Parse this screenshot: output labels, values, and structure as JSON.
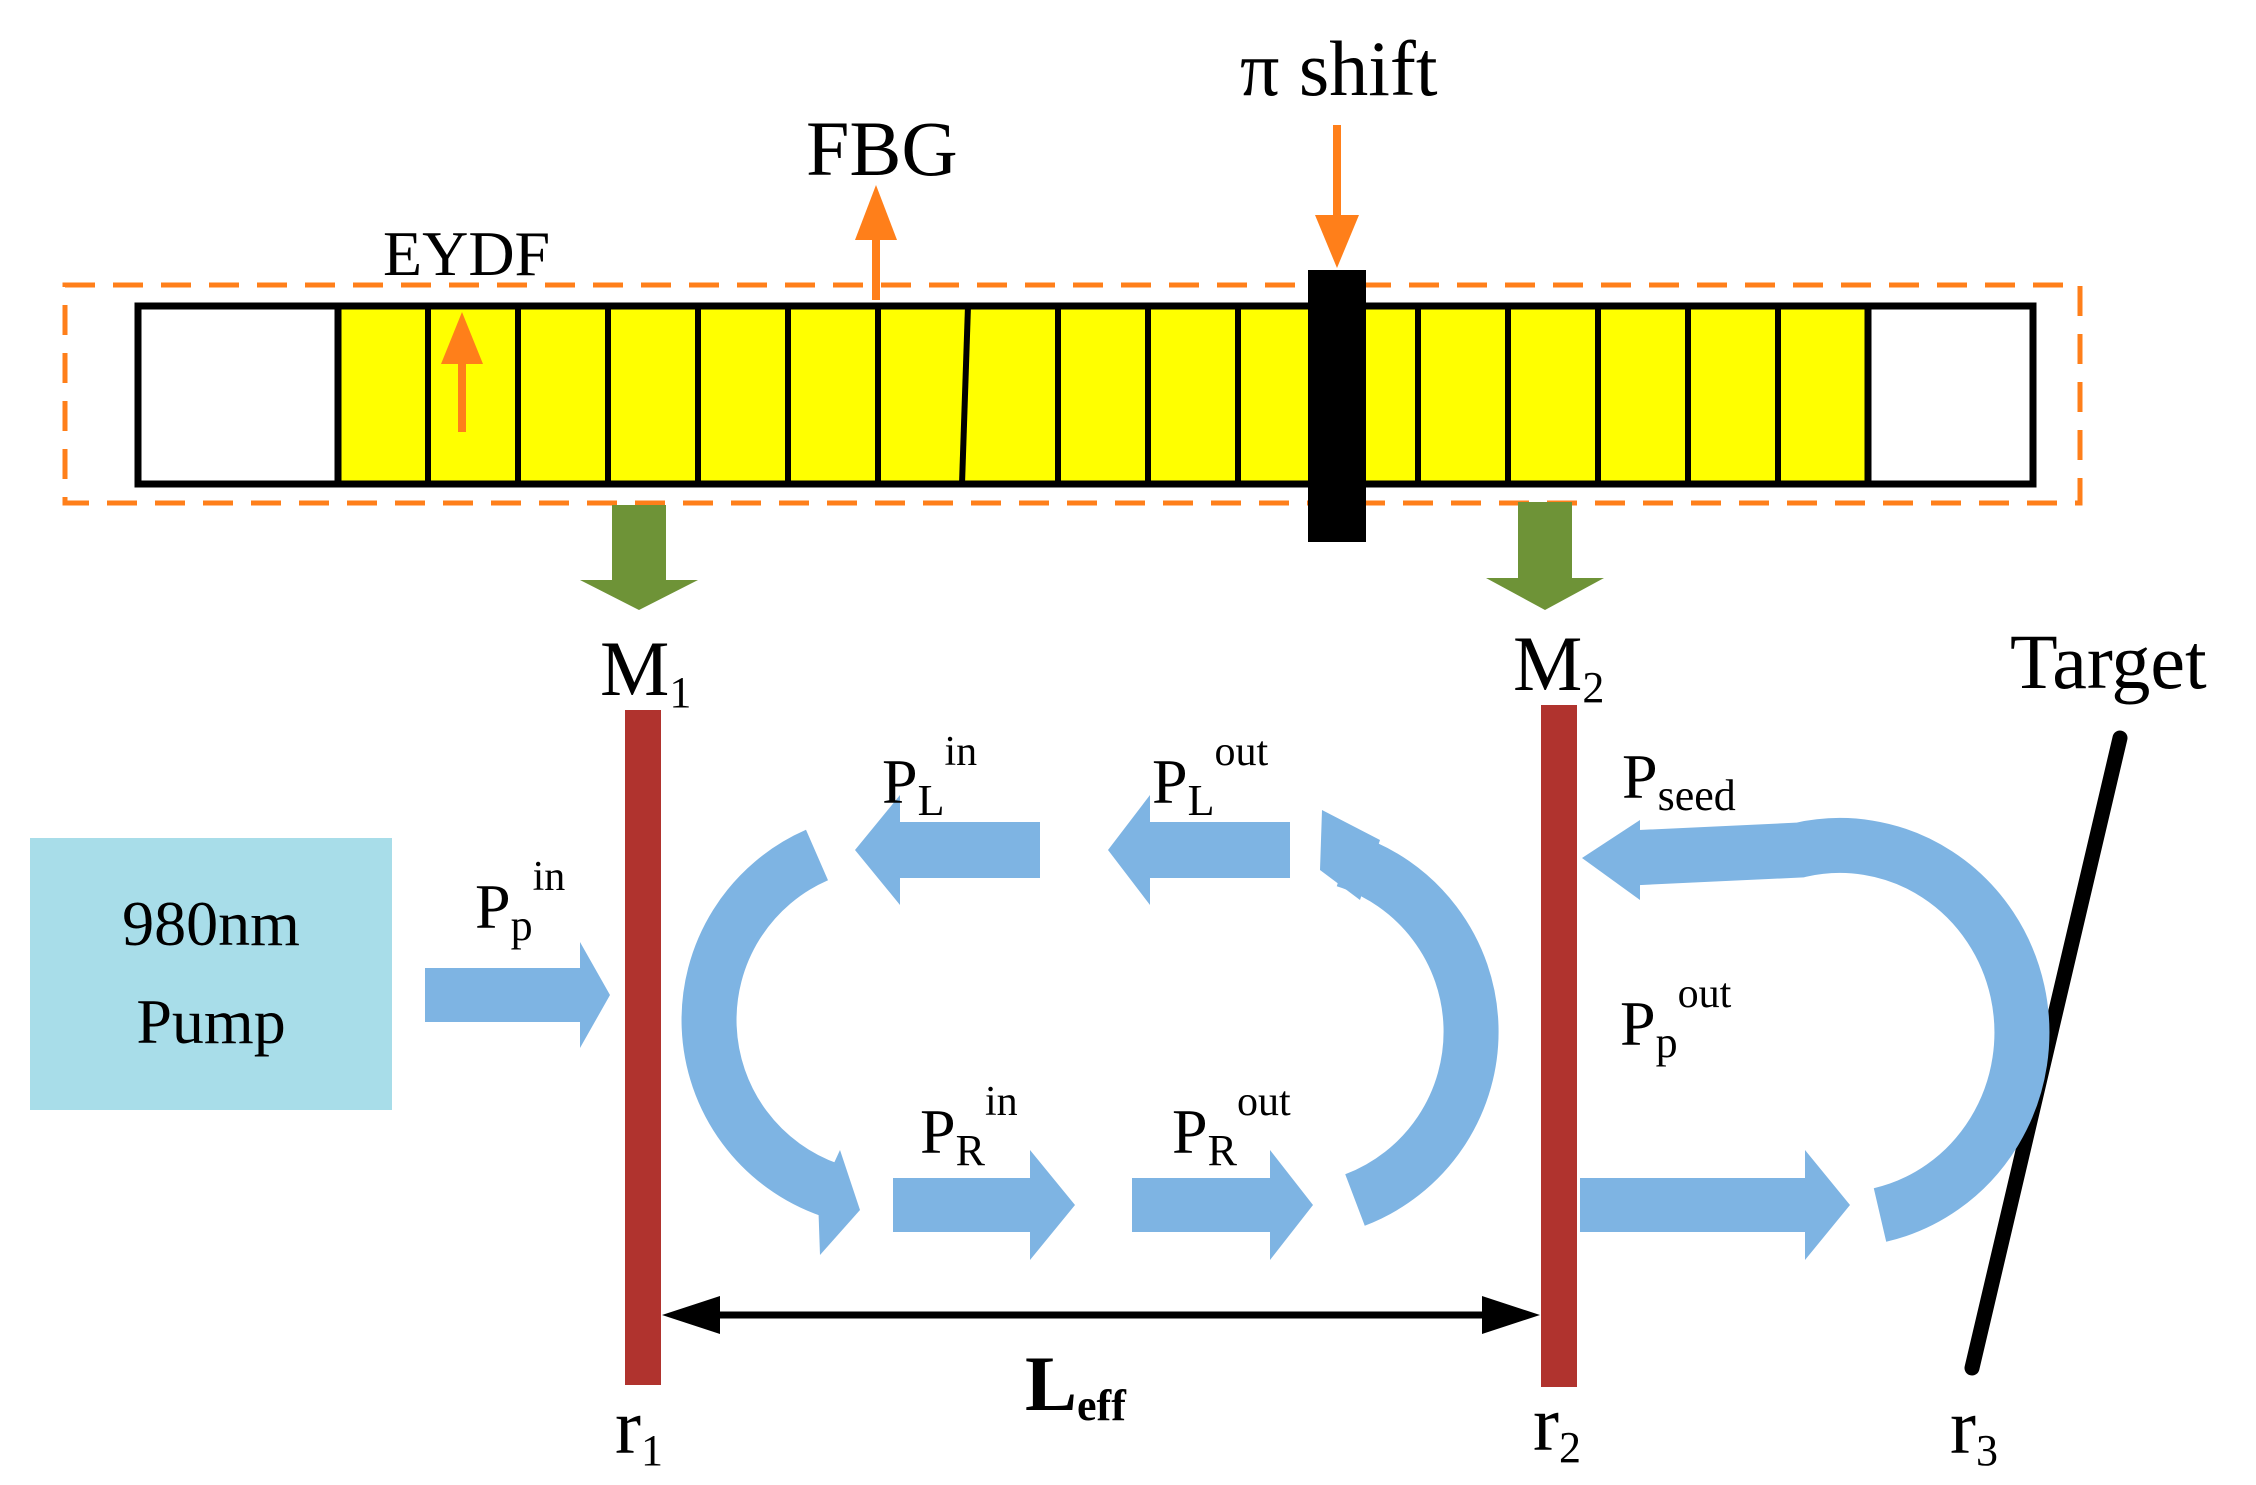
{
  "labels": {
    "pi_shift": "π shift",
    "fbg": "FBG",
    "eydf": "EYDF",
    "pump_line1": "980nm",
    "pump_line2": "Pump",
    "target": "Target",
    "m1_main": "M",
    "m1_sub": "1",
    "m2_main": "M",
    "m2_sub": "2",
    "pp_in_main": "P",
    "pp_in_sub": "p",
    "pp_in_sup": "in",
    "pl_in_main": "P",
    "pl_in_sub": "L",
    "pl_in_sup": "in",
    "pl_out_main": "P",
    "pl_out_sub": "L",
    "pl_out_sup": "out",
    "pseed_main": "P",
    "pseed_sub": "seed",
    "pp_out_main": "P",
    "pp_out_sub": "p",
    "pp_out_sup": "out",
    "pr_in_main": "P",
    "pr_in_sub": "R",
    "pr_in_sup": "in",
    "pr_out_main": "P",
    "pr_out_sub": "R",
    "pr_out_sup": "out",
    "leff_main": "L",
    "leff_sub": "eff",
    "r1_main": "r",
    "r1_sub": "1",
    "r2_main": "r",
    "r2_sub": "2",
    "r3_main": "r",
    "r3_sub": "3"
  },
  "colors": {
    "grating_fill": "#ffff00",
    "annotation_orange": "#ff7f1a",
    "mirror_red": "#b0332e",
    "beam_blue": "#7eb4e3",
    "green_arrow": "#6e9337",
    "pump_box": "#a8dde9"
  }
}
